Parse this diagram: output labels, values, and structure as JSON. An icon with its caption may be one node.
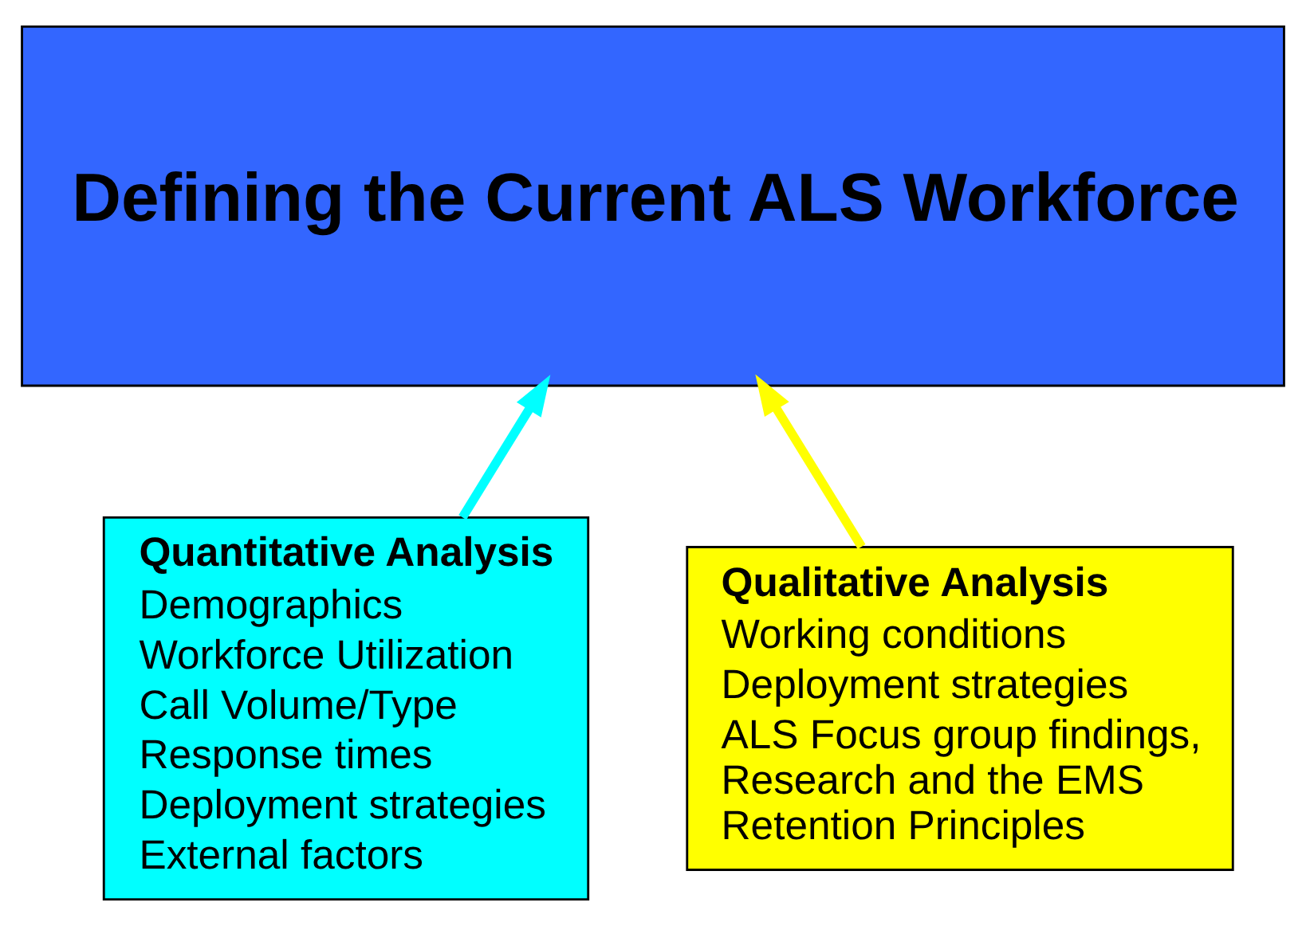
{
  "diagram": {
    "nodes": [
      {
        "text": [
          "Defining the Current ALS Workforce"
        ]
      },
      {
        "text": [
          "Quantitative Analysis",
          "Demographics",
          "Workforce Utilization",
          "Call Volume/Type",
          "Response times",
          "Deployment strategies",
          "External factors"
        ]
      },
      {
        "text": [
          "Qualitative Analysis",
          "Working conditions",
          "Deployment strategies",
          "ALS Focus group findings, Research and the EMS Retention Principles"
        ]
      }
    ],
    "edges": [
      {
        "from": 1,
        "to": 0,
        "arrow": "to",
        "color": "#00ffff"
      },
      {
        "from": 2,
        "to": 0,
        "arrow": "to",
        "color": "#ffff00"
      }
    ]
  }
}
